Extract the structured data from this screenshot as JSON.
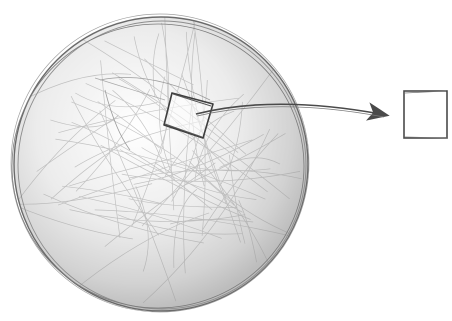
{
  "illustration": {
    "sphere": {
      "icon": "pencil-sketched-sphere"
    },
    "patch": {
      "icon": "square-patch-on-sphere"
    },
    "arrow": {
      "icon": "curved-arrow-right"
    },
    "square": {
      "icon": "flat-square"
    },
    "colors": {
      "paper": "#ffffff",
      "graphite_dark": "#555555",
      "graphite_mid": "#8a8a8a",
      "graphite_light": "#c4c4c4"
    }
  }
}
